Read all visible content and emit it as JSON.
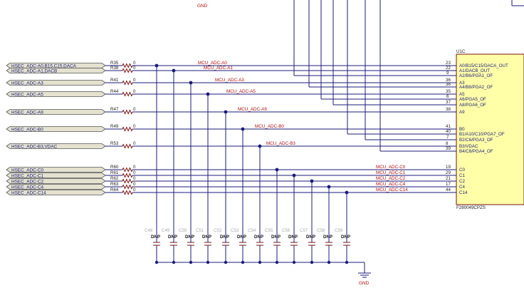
{
  "gnd_label_top": "GND",
  "gnd_label_bottom": "GND",
  "ic": {
    "ref": "U1C",
    "part": "F280049CPZS"
  },
  "rows": [
    {
      "conn": "HSEC_ADC-A0,B15,C15,DACA",
      "res": "R35",
      "val": "0",
      "net": "MCU_ADC-A0",
      "pin": "23",
      "sig": "A0/B15/C15/DACA_OUT"
    },
    {
      "conn": "HSEC_ADC-A1,DACB",
      "res": "R38",
      "val": "0",
      "net": "MCU_ADC-A1",
      "pin": "22",
      "sig": "A1/DACB_OUT"
    },
    {
      "conn": "HSEC_ADC-A3",
      "res": "R41",
      "val": "0",
      "net": "MCU_ADC-A3",
      "pin": "36",
      "sig": "A3"
    },
    {
      "conn": "HSEC_ADC-A5",
      "res": "R44",
      "val": "0",
      "net": "MCU_ADC-A5",
      "pin": "35",
      "sig": "A5"
    },
    {
      "conn": "HSEC_ADC-A9",
      "res": "R47",
      "val": "0",
      "net": "MCU_ADC-A9",
      "pin": "38",
      "sig": "A9"
    },
    {
      "conn": "HSEC_ADC-B0",
      "res": "R49",
      "val": "0",
      "net": "MCU_ADC-B0",
      "pin": "41",
      "sig": "B0"
    },
    {
      "conn": "HSEC_ADC-B3,VDAC",
      "res": "R53",
      "val": "0",
      "net": "MCU_ADC-B3",
      "pin": "8",
      "sig": "B3/VDAC"
    },
    {
      "conn": "HSEC_ADC-C0",
      "res": "R60",
      "val": "0",
      "net": "MCU_ADC-C0",
      "pin": "19",
      "sig": "C0"
    },
    {
      "conn": "HSEC_ADC-C1",
      "res": "R61",
      "val": "0",
      "net": "MCU_ADC-C1",
      "pin": "29",
      "sig": "C1"
    },
    {
      "conn": "HSEC_ADC-C2",
      "res": "R62",
      "val": "0",
      "net": "MCU_ADC-C2",
      "pin": "21",
      "sig": "C2"
    },
    {
      "conn": "HSEC_ADC-C4",
      "res": "R63",
      "val": "0",
      "net": "MCU_ADC-C4",
      "pin": "17",
      "sig": "C4"
    },
    {
      "conn": "HSEC_ADC-C14",
      "res": "R64",
      "val": "0",
      "net": "MCU_ADC-C14",
      "pin": "44",
      "sig": "C14"
    }
  ],
  "extra_pins": [
    {
      "pin": "9",
      "sig": "A2/B6/PGA1_OF"
    },
    {
      "pin": "36",
      "sig": "A4/B8/PGA2_OF"
    },
    {
      "pin": "6",
      "sig": "A6/PGA5_OF"
    },
    {
      "pin": "37",
      "sig": "A8/PGA6_OF"
    },
    {
      "pin": "40",
      "sig": "B1/A10/C10/PGA7_OF"
    },
    {
      "pin": "7",
      "sig": "B2/C6/PGA3_OF"
    },
    {
      "pin": "39",
      "sig": "B4/C8/PGA4_OF"
    }
  ],
  "caps": [
    {
      "ref": "C48",
      "val": "DNP"
    },
    {
      "ref": "C49",
      "val": "DNP"
    },
    {
      "ref": "C50",
      "val": "DNP"
    },
    {
      "ref": "C51",
      "val": "DNP"
    },
    {
      "ref": "C52",
      "val": "DNP"
    },
    {
      "ref": "C53",
      "val": "DNP"
    },
    {
      "ref": "C54",
      "val": "DNP"
    },
    {
      "ref": "C55",
      "val": "DNP"
    },
    {
      "ref": "C56",
      "val": "DNP"
    },
    {
      "ref": "C57",
      "val": "DNP"
    },
    {
      "ref": "C58",
      "val": "DNP"
    },
    {
      "ref": "C59",
      "val": "DNP"
    }
  ]
}
